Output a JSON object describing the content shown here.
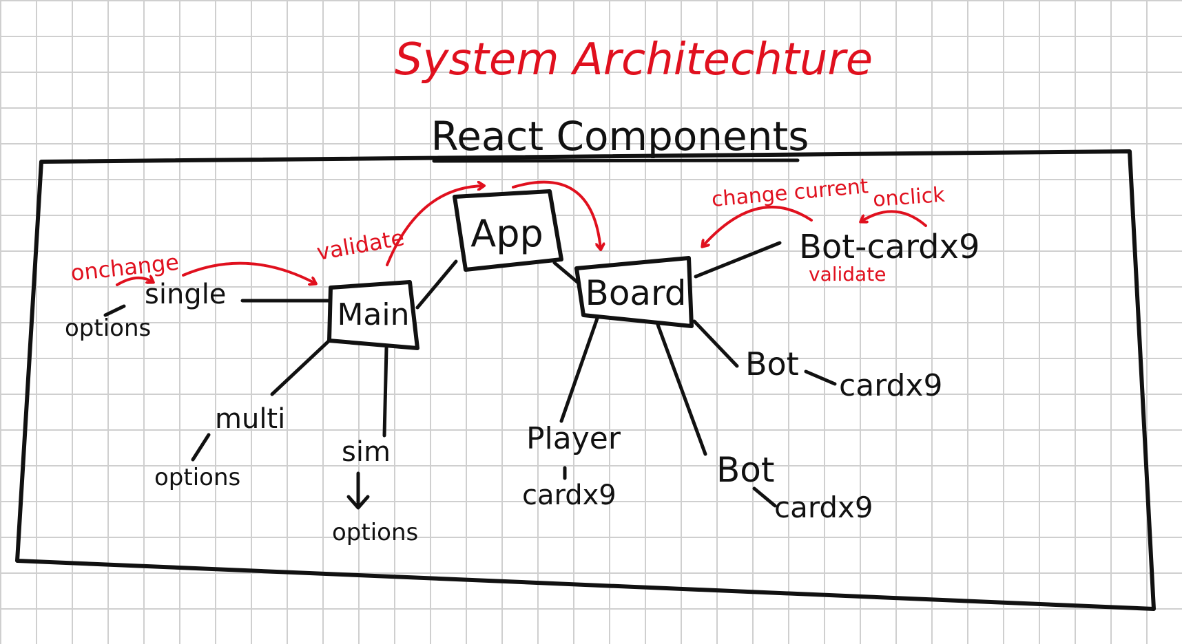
{
  "title": "System Architechture",
  "subtitle": "React Components",
  "colors": {
    "ink": "#111111",
    "annotation": "#e0101e",
    "grid": "#cfcfcf",
    "background": "#ffffff"
  },
  "nodes": {
    "app": "App",
    "main": "Main",
    "board": "Board"
  },
  "labels": {
    "single": "single",
    "single_options": "options",
    "multi": "multi",
    "multi_options": "options",
    "sim": "sim",
    "sim_options": "options",
    "player": "Player",
    "player_card": "cardx9",
    "bot_top": "Bot-cardx9",
    "bot_right": "Bot",
    "bot_right_card": "cardx9",
    "bot_bottom": "Bot",
    "bot_bottom_card": "cardx9"
  },
  "annotations": {
    "onchange": "onchange",
    "validate_main": "validate",
    "change_current": "change current",
    "onclick": "onclick",
    "validate_bot": "validate"
  }
}
